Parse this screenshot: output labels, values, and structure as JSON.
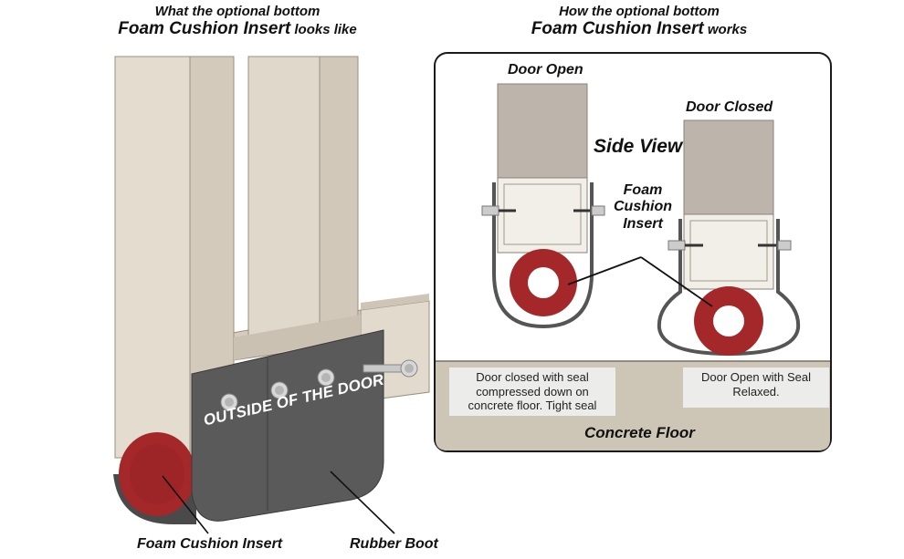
{
  "left_header": {
    "line1": "What the optional bottom",
    "line2_bold": "Foam Cushion Insert",
    "line2_suffix": " looks like"
  },
  "right_header": {
    "line1": "How the optional bottom",
    "line2_bold": "Foam Cushion Insert",
    "line2_suffix": " works"
  },
  "labels": {
    "foam_cushion_insert": "Foam Cushion Insert",
    "rubber_boot": "Rubber Boot",
    "outside_of_the_door": "OUTSIDE OF THE DOOR",
    "door_open": "Door Open",
    "door_closed": "Door Closed",
    "side_view": "Side View",
    "foam_cushion_insert_stacked": [
      "Foam",
      "Cushion",
      "Insert"
    ],
    "concrete_floor": "Concrete Floor"
  },
  "notes": {
    "left": "Door closed with seal compressed down on concrete floor. Tight seal",
    "right": "Door Open with Seal Relaxed."
  },
  "colors": {
    "door_beige": "#e1d8cc",
    "rubber_boot": "#575757",
    "foam_red": "#a4272a",
    "concrete": "#cdc5b5",
    "door_grey": "#bdb4ab"
  }
}
